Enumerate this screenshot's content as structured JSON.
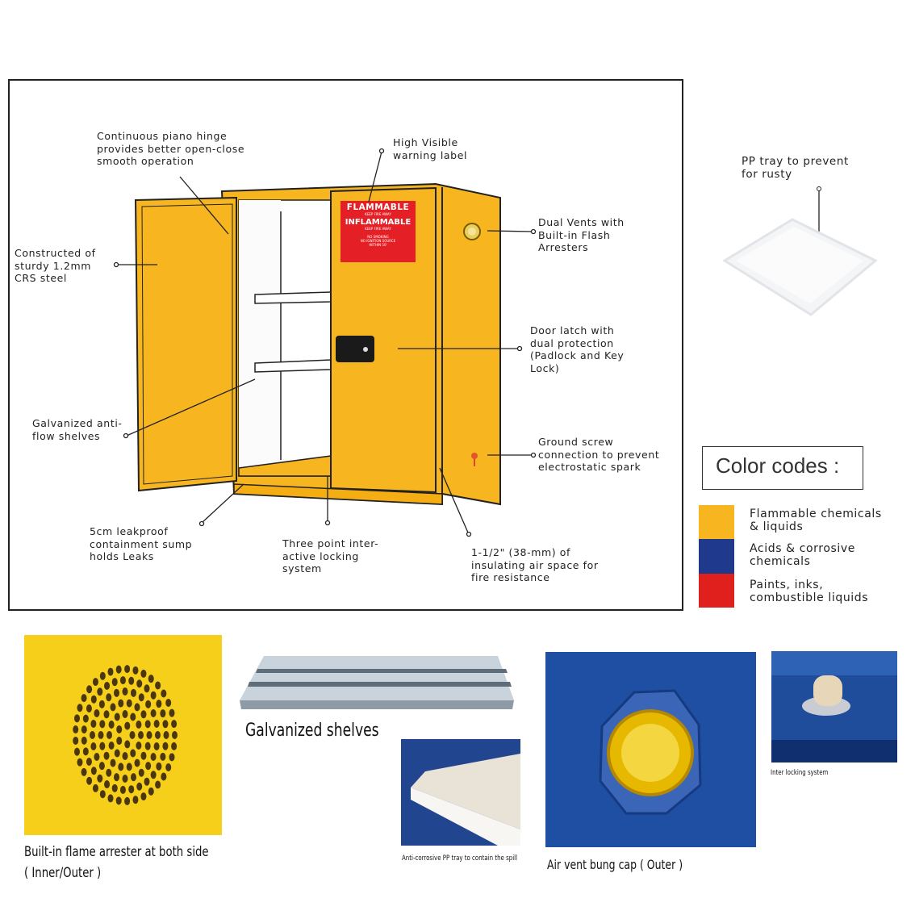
{
  "diagram": {
    "callouts": {
      "hinge": "Continuous piano hinge\nprovides better open-close\nsmooth operation",
      "label": "High Visible\nwarning label",
      "steel": "Constructed of\nsturdy 1.2mm\nCRS steel",
      "vents": "Dual Vents with\nBuilt-in Flash\nArresters",
      "latch": "Door latch with\ndual protection\n(Padlock and Key\nLock)",
      "shelves": "Galvanized anti-\nflow shelves",
      "ground": "Ground screw\nconnection to prevent\nelectrostatic spark",
      "sump": "5cm leakproof\ncontainment sump\nholds Leaks",
      "locking": "Three point inter-\nactive locking\nsystem",
      "insulation": "1-1/2\" (38-mm) of\ninsulating air space for\nfire resistance"
    },
    "warning_label": {
      "line1": "FLAMMABLE",
      "sub1": "KEEP FIRE AWAY",
      "line2": "INFLAMMABLE",
      "sub2": "KEEP FIRE AWAY",
      "notice": "NO SMOKING\nNO IGNITION SOURCE\nWITHIN 50'"
    }
  },
  "pp_tray": {
    "caption": "PP tray to prevent\nfor rusty"
  },
  "color_codes": {
    "title": "Color codes :",
    "items": [
      {
        "color": "#f7b520",
        "label": "Flammable chemicals\n& liquids"
      },
      {
        "color": "#1f3a8c",
        "label": "Acids & corrosive\nchemicals"
      },
      {
        "color": "#e0201c",
        "label": "Paints, inks,\ncombustible liquids"
      }
    ]
  },
  "photos": {
    "arrester": "Built-in  flame arrester at both side\n( Inner/Outer )",
    "shelves": "Galvanized shelves",
    "tray": "Anti-corrosive PP tray to contain the spill",
    "vent": "Air vent bung cap ( Outer )",
    "lock": "Inter locking system"
  }
}
